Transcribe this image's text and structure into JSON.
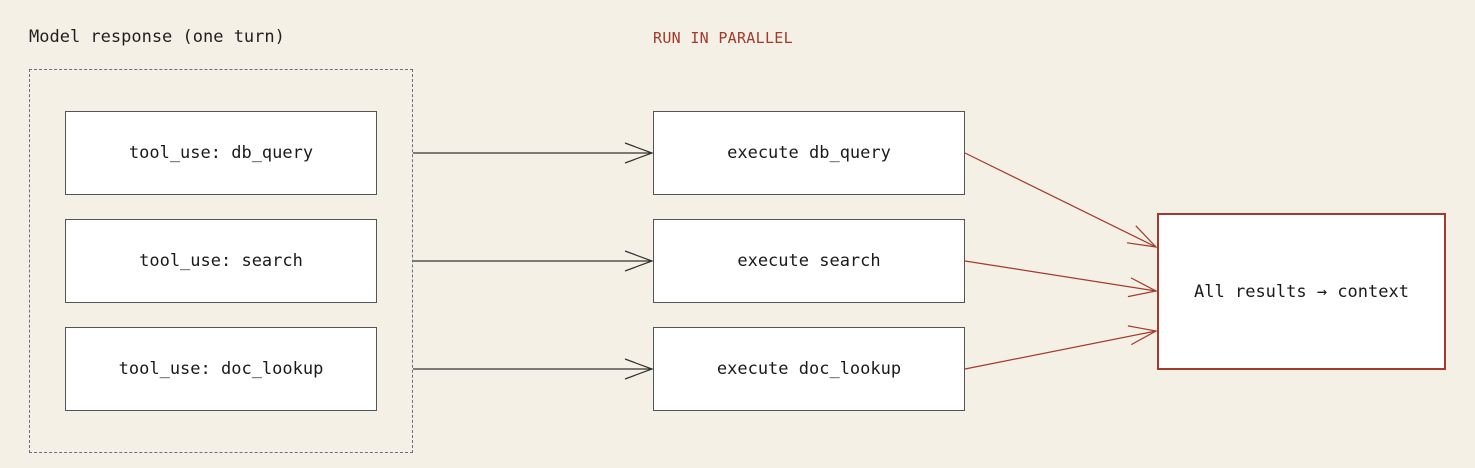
{
  "group": {
    "title": "Model response (one turn)"
  },
  "parallel_label": "RUN IN PARALLEL",
  "tool_calls": [
    {
      "label": "tool_use: db_query"
    },
    {
      "label": "tool_use: search"
    },
    {
      "label": "tool_use: doc_lookup"
    }
  ],
  "executions": [
    {
      "label": "execute db_query"
    },
    {
      "label": "execute search"
    },
    {
      "label": "execute doc_lookup"
    }
  ],
  "result": {
    "label": "All results → context"
  },
  "colors": {
    "background": "#f5f0e5",
    "accent": "#a33a2c",
    "dashed_border": "#6a6f86",
    "edge": "#333333"
  }
}
